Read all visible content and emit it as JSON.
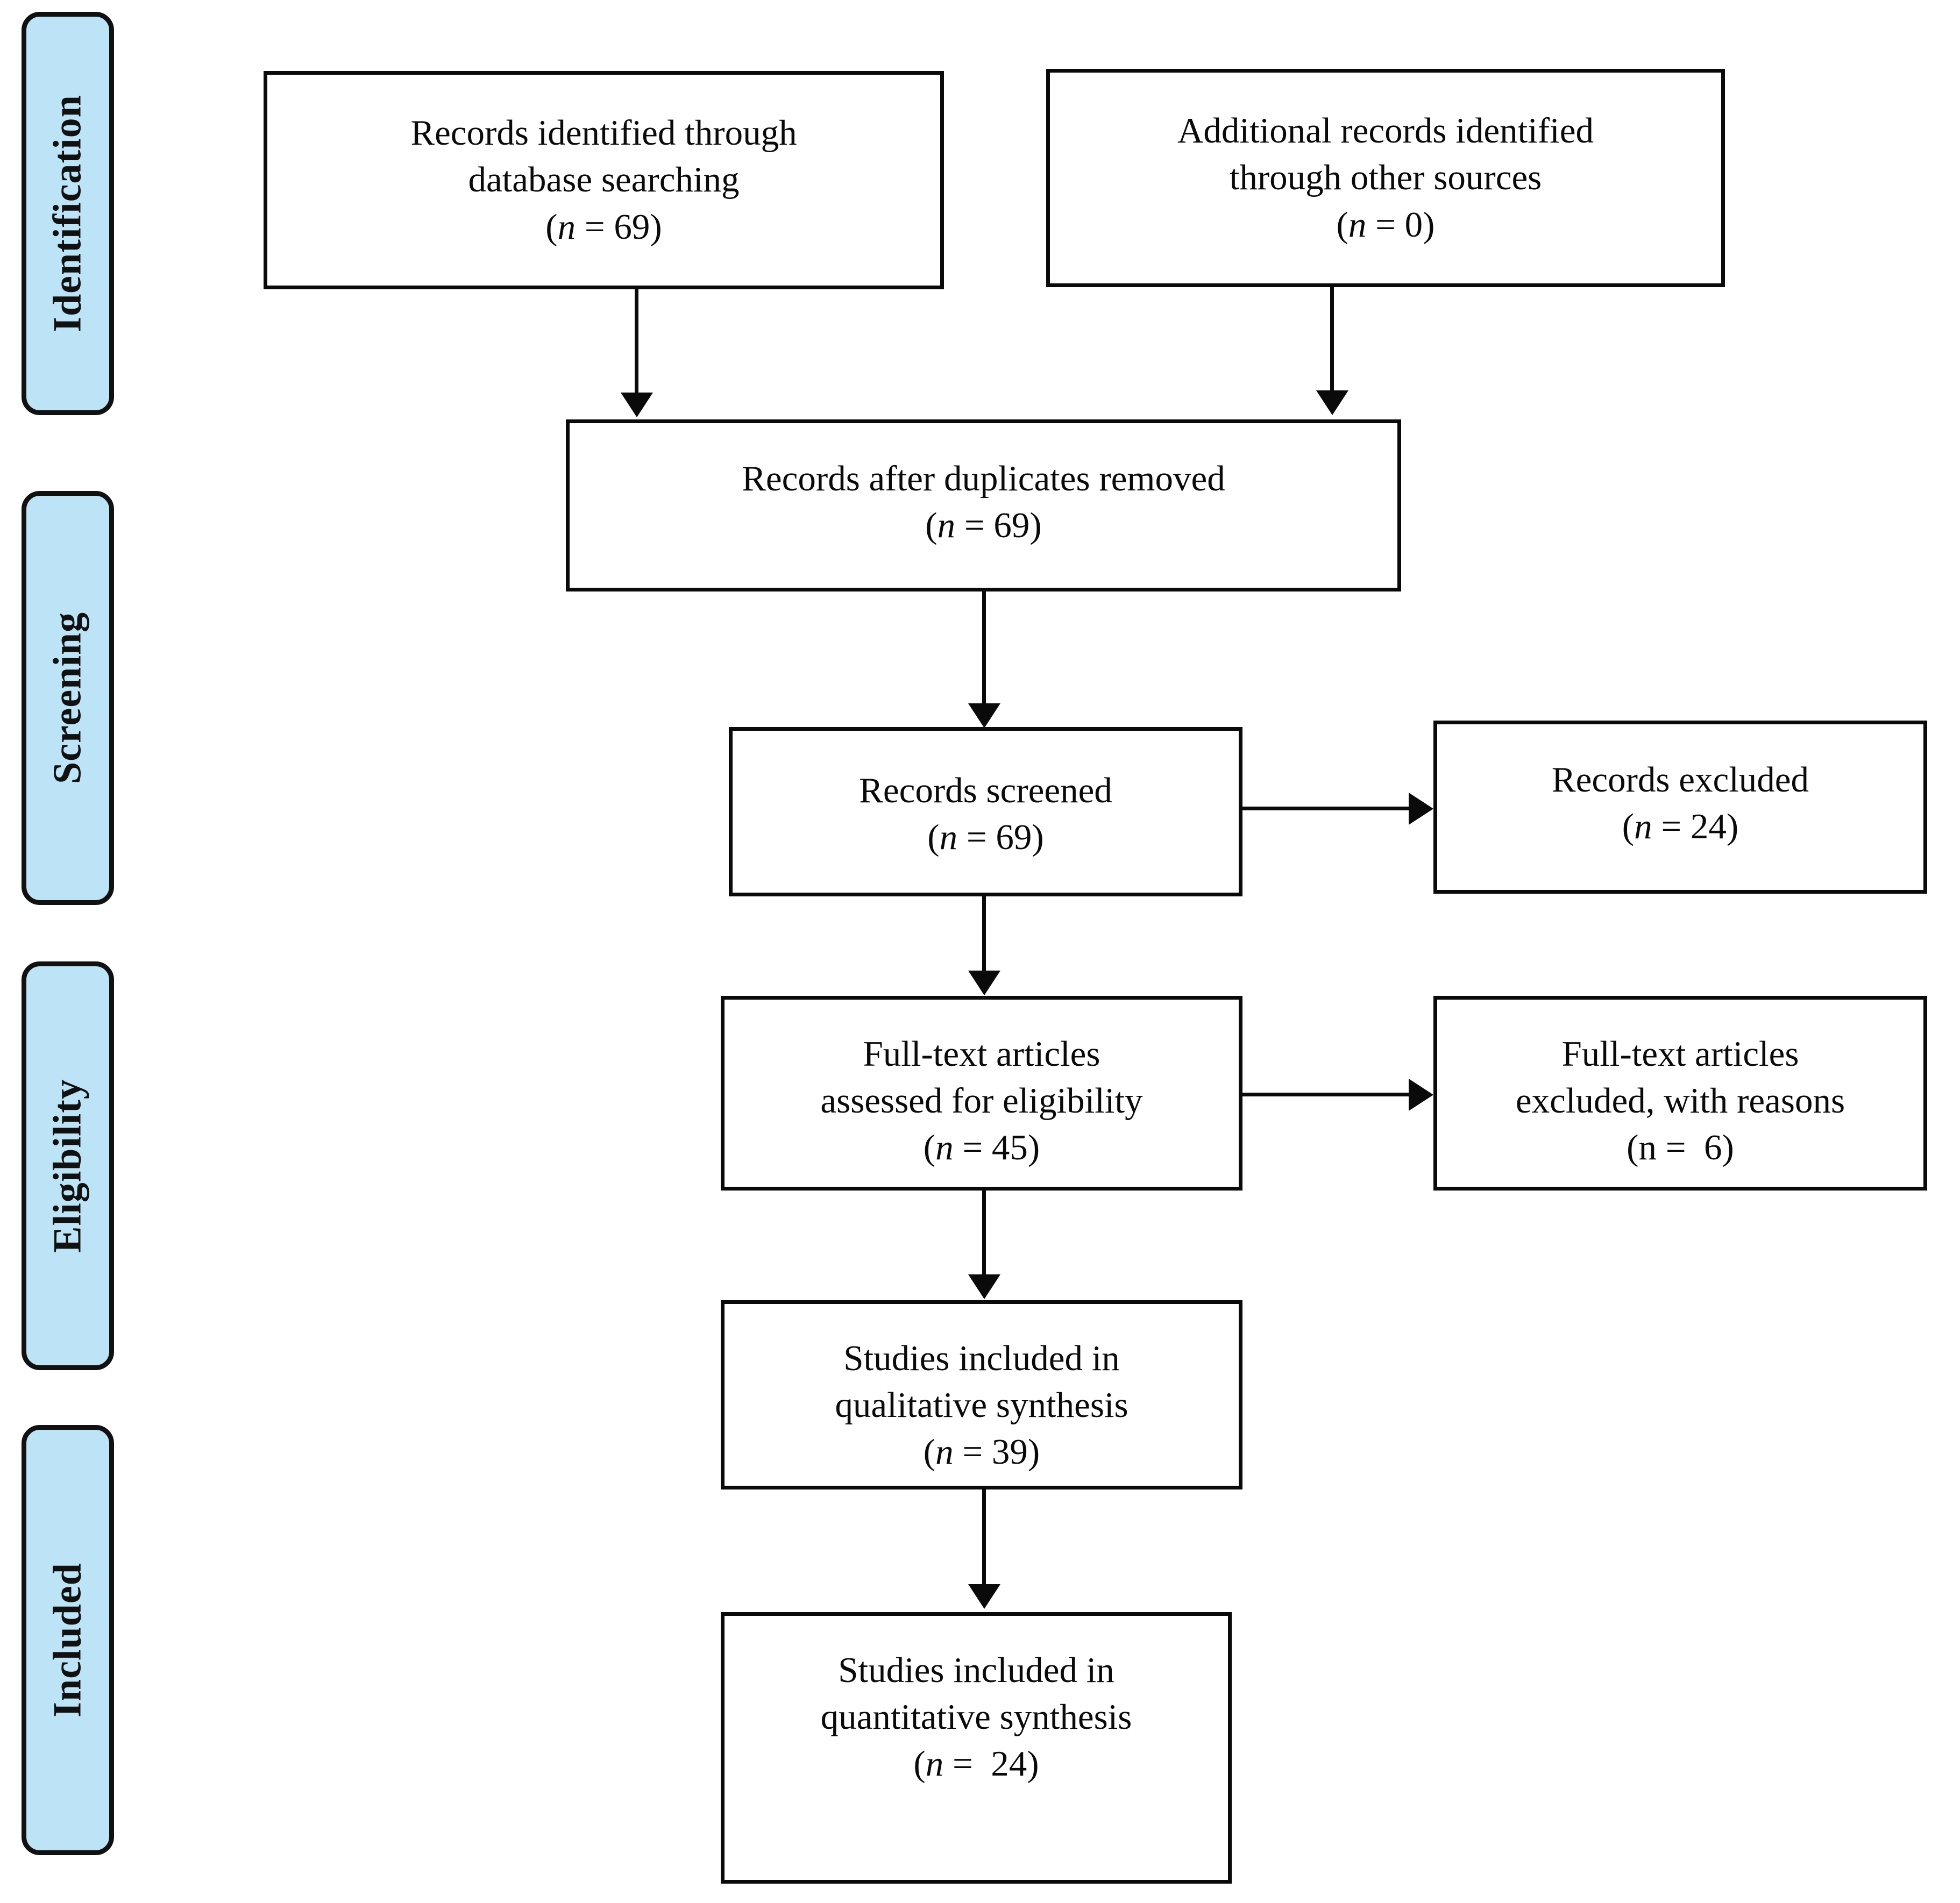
{
  "diagram": {
    "type": "prisma-flow-diagram",
    "title": "PRISMA flow diagram",
    "accent_color": "#bde3f7",
    "line_color": "#0a0a0a",
    "box_fill": "#ffffff"
  },
  "phases": [
    {
      "id": "identification",
      "label": "Identification"
    },
    {
      "id": "screening",
      "label": "Screening"
    },
    {
      "id": "eligibility",
      "label": "Eligibility"
    },
    {
      "id": "included",
      "label": "Included"
    }
  ],
  "boxes": {
    "records_identified_database": {
      "line1": "Records identified through",
      "line2": "database searching",
      "n_prefix": "(",
      "n_symbol": "n",
      "n_eq": " = ",
      "n_value": "69",
      "n_suffix": ")",
      "count": 69
    },
    "records_identified_other": {
      "line1": "Additional records identified",
      "line2": "through other sources",
      "n_prefix": "(",
      "n_symbol": "n",
      "n_eq": " = ",
      "n_value": "0",
      "n_suffix": ")",
      "count": 0
    },
    "records_after_duplicates": {
      "line1": "Records after duplicates removed",
      "n_prefix": "(",
      "n_symbol": "n",
      "n_eq": " = ",
      "n_value": "69",
      "n_suffix": ")",
      "count": 69
    },
    "records_screened": {
      "line1": "Records screened",
      "n_prefix": "(",
      "n_symbol": "n",
      "n_eq": " = ",
      "n_value": "69",
      "n_suffix": ")",
      "count": 69
    },
    "records_excluded": {
      "line1": "Records excluded",
      "n_prefix": "(",
      "n_symbol": "n",
      "n_eq": " = ",
      "n_value": "24",
      "n_suffix": ")",
      "count": 24
    },
    "fulltext_assessed": {
      "line1": "Full-text articles",
      "line2": "assessed for eligibility",
      "n_prefix": "(",
      "n_symbol": "n",
      "n_eq": " = ",
      "n_value": "45",
      "n_suffix": ")",
      "count": 45
    },
    "fulltext_excluded": {
      "line1": "Full-text articles",
      "line2": "excluded, with reasons",
      "n_prefix": "(",
      "n_symbol": "n",
      "n_eq": " =  ",
      "n_value": "6",
      "n_suffix": ")",
      "count": 6
    },
    "studies_qualitative": {
      "line1": "Studies included in",
      "line2": "qualitative synthesis",
      "n_prefix": "(",
      "n_symbol": "n",
      "n_eq": " = ",
      "n_value": "39",
      "n_suffix": ")",
      "count": 39
    },
    "studies_quantitative": {
      "line1": "Studies included in",
      "line2": "quantitative synthesis",
      "n_prefix": "(",
      "n_symbol": "n",
      "n_eq": " =  ",
      "n_value": "24",
      "n_suffix": ")",
      "count": 24
    }
  }
}
